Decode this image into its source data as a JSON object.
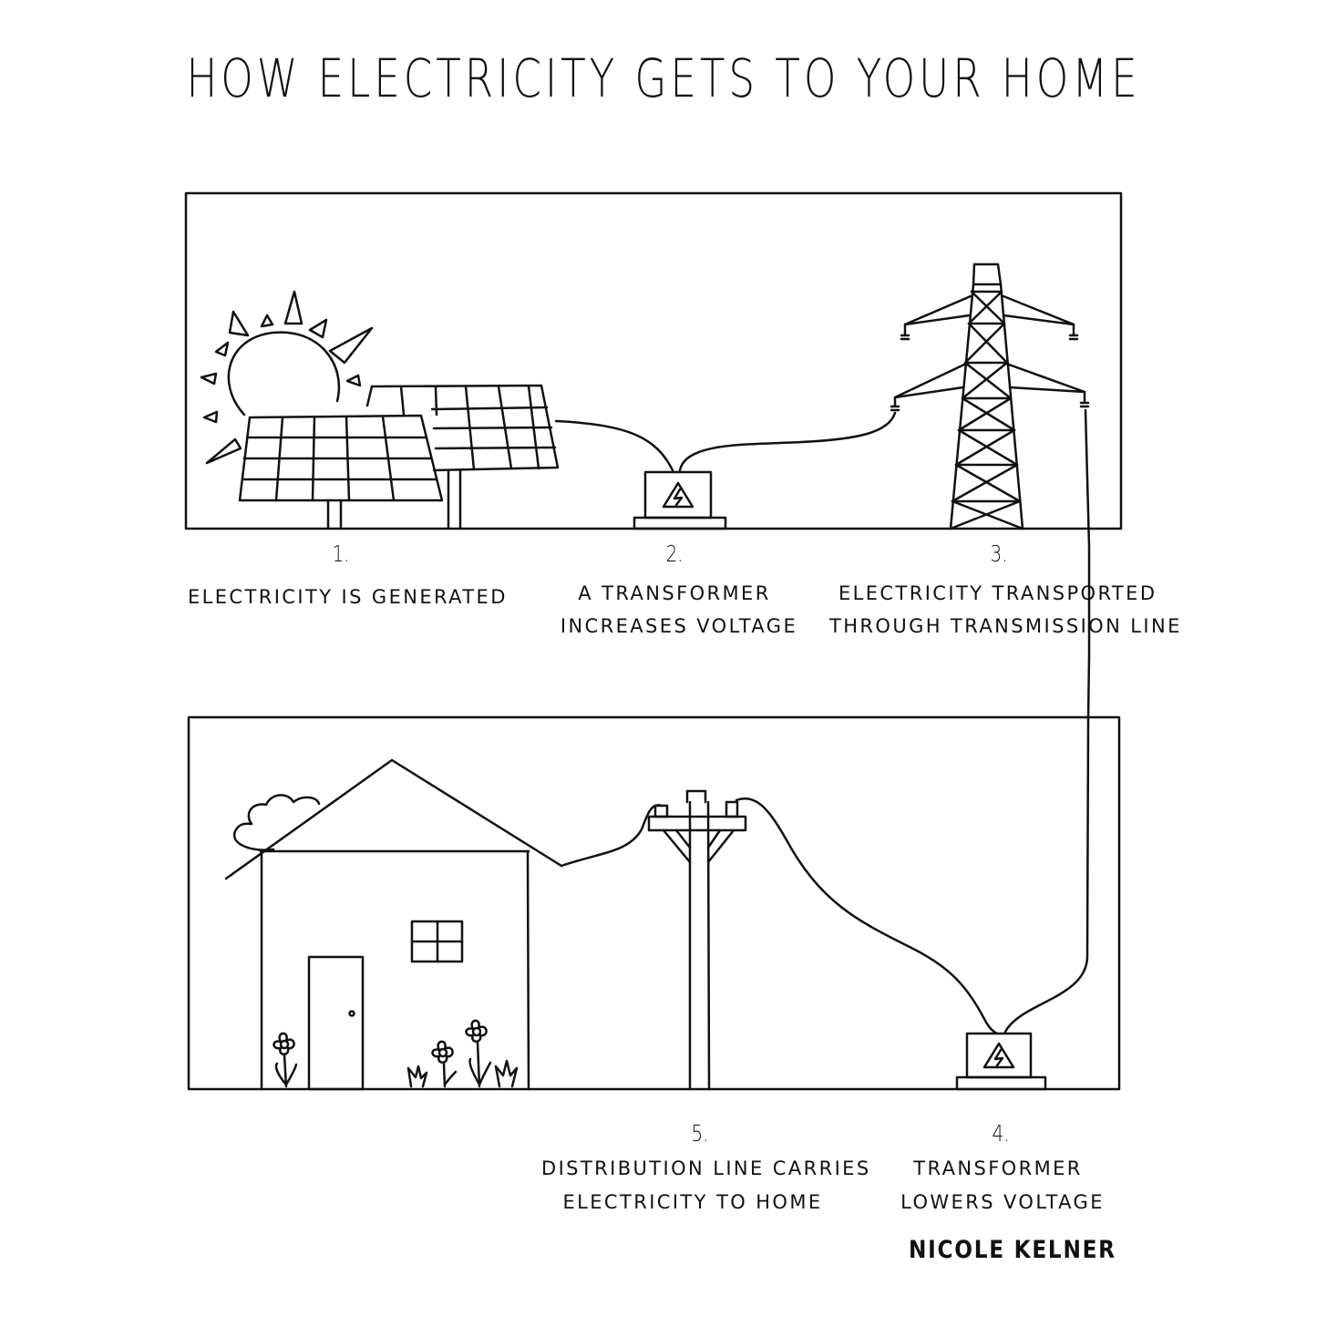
{
  "title": "HOW ELECTRICITY GETS TO YOUR HOME",
  "steps": [
    {
      "number": "1.",
      "line1": "ELECTRICITY IS GENERATED",
      "line2": ""
    },
    {
      "number": "2.",
      "line1": "A TRANSFORMER",
      "line2": "INCREASES VOLTAGE"
    },
    {
      "number": "3.",
      "line1": "ELECTRICITY TRANSPORTED",
      "line2": "THROUGH TRANSMISSION LINE"
    },
    {
      "number": "4.",
      "line1": "TRANSFORMER",
      "line2": "LOWERS VOLTAGE"
    },
    {
      "number": "5.",
      "line1": "DISTRIBUTION LINE CARRIES",
      "line2": "ELECTRICITY TO HOME"
    }
  ],
  "author": "NICOLE KELNER"
}
